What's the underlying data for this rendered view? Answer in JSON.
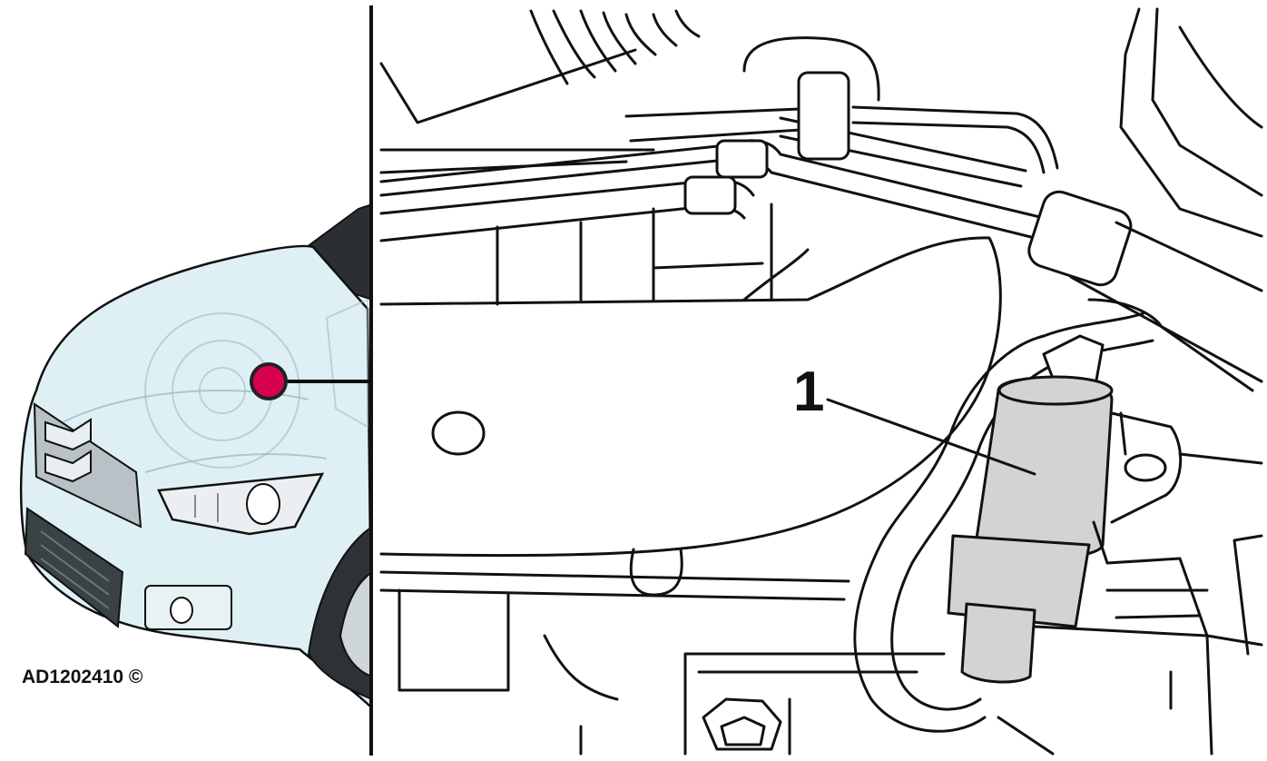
{
  "figure": {
    "reference_code": "AD1202410 ©",
    "callouts": [
      {
        "label": "1",
        "part": "pump"
      }
    ]
  },
  "colors": {
    "line": "#111111",
    "car_body": "#dff0f4",
    "car_shade": "#c6e0e8",
    "locator_dot": "#d8004f",
    "part_fill": "#d3d3d3",
    "background": "#ffffff"
  }
}
